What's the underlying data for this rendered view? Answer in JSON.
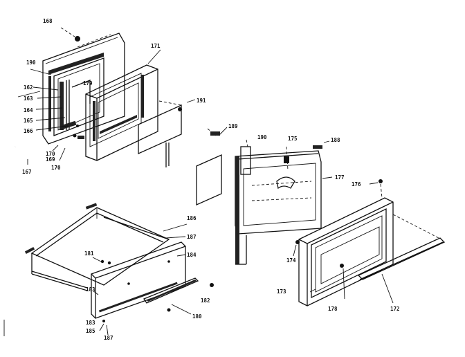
{
  "diagram": {
    "part_labels": {
      "p168": "168",
      "p171": "171",
      "p190a": "190",
      "p179": "179",
      "p162": "162",
      "p163": "163",
      "p164a": "164",
      "p165": "165",
      "p166": "166",
      "p167": "167",
      "p169": "169",
      "p170a": "170",
      "p170b": "170",
      "p191": "191",
      "p189": "189",
      "p190b": "190",
      "p175": "175",
      "p188": "188",
      "p177": "177",
      "p176": "176",
      "p186": "186",
      "p181": "181",
      "p187": "187",
      "p184": "184",
      "p183": "183",
      "p182": "182",
      "p185": "185",
      "p180": "180",
      "p174": "174",
      "p173": "173",
      "p178": "178",
      "p172": "172",
      "p183b": "183",
      "p187b": "187"
    }
  }
}
